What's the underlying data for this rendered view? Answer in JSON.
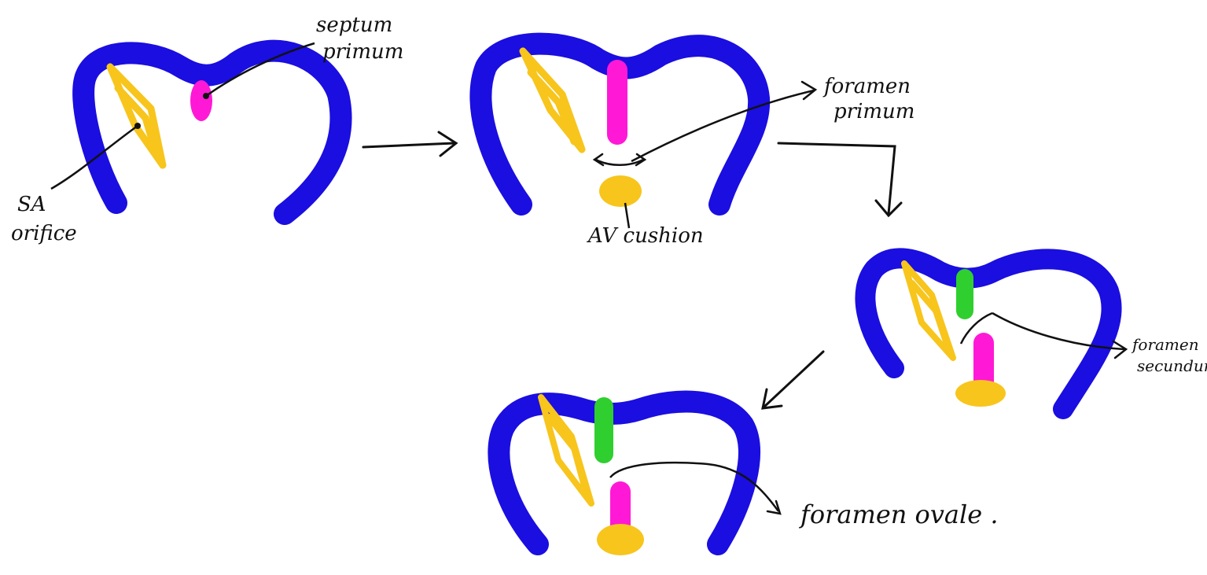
{
  "labels": {
    "septum_primum": [
      "septum",
      "primum"
    ],
    "sa_orifice": [
      "SA",
      "orifice"
    ],
    "foramen_primum": [
      "foramen",
      "primum"
    ],
    "av_cushion": "AV cushion",
    "foramen_secundum": [
      "foramen",
      "secundum"
    ],
    "foramen_ovale": "foramen ovale ."
  },
  "colors": {
    "heart_wall": "#1a0ee0",
    "sinoatrial_valve": "#f7c51c",
    "septum_primum": "#ff19d6",
    "septum_secundum": "#2fcf2f",
    "av_cushion": "#f7c51c",
    "ink": "#111111"
  }
}
